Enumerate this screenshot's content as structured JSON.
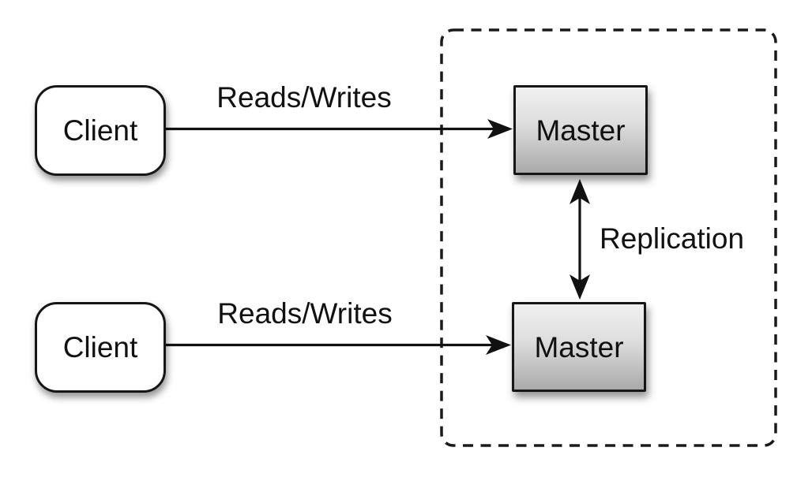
{
  "diagram": {
    "type": "architecture-diagram",
    "description": "Master-master replication topology: two clients issuing reads/writes to two masters that replicate to each other",
    "nodes": {
      "clients": [
        {
          "id": "client-top",
          "label": "Client",
          "shape": "rounded-rect",
          "fill": "#ffffff"
        },
        {
          "id": "client-bottom",
          "label": "Client",
          "shape": "rounded-rect",
          "fill": "#ffffff"
        }
      ],
      "masters": [
        {
          "id": "master-top",
          "label": "Master",
          "shape": "rect",
          "fill_gradient": [
            "#f0f0f0",
            "#aaaaaa"
          ]
        },
        {
          "id": "master-bottom",
          "label": "Master",
          "shape": "rect",
          "fill_gradient": [
            "#f0f0f0",
            "#aaaaaa"
          ]
        }
      ]
    },
    "cluster": {
      "id": "replication-group",
      "border_style": "dashed",
      "contains": [
        "master-top",
        "master-bottom"
      ]
    },
    "edges": [
      {
        "from": "client-top",
        "to": "master-top",
        "label": "Reads/Writes",
        "arrow": "single-right"
      },
      {
        "from": "client-bottom",
        "to": "master-bottom",
        "label": "Reads/Writes",
        "arrow": "single-right"
      },
      {
        "from": "master-top",
        "to": "master-bottom",
        "label": "Replication",
        "arrow": "double-vertical"
      }
    ],
    "colors": {
      "background": "#ffffff",
      "stroke": "#111111",
      "node_border": "#161616",
      "text": "#111111"
    }
  }
}
